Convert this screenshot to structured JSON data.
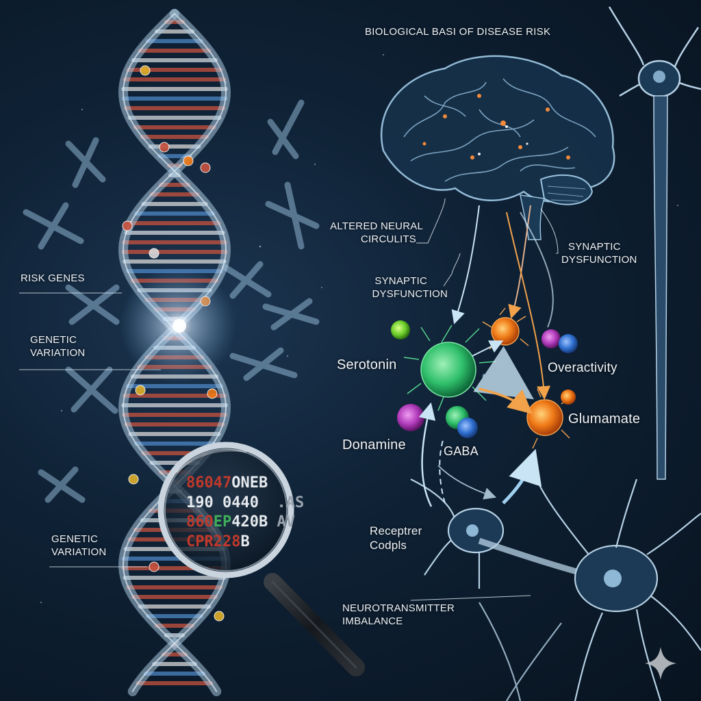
{
  "title": "BIOLOGICAL BASI OF DISEASE RISK",
  "labels": {
    "risk_genes": "RISK GENES",
    "genetic_variation_1": [
      "GENETIC",
      "VARIATION"
    ],
    "genetic_variation_2": [
      "GENETIC",
      "VARIATION"
    ],
    "altered_neural_circuits": [
      "ALTERED NEURAL",
      "CIRCULITS"
    ],
    "synaptic_dysfunction_left": [
      "SYNAPTIC",
      "DYSFUNCTION"
    ],
    "synaptic_dysfunction_right": [
      "SYNAPTIC",
      "DYSFUNCTION"
    ],
    "serotonin": "Serotonin",
    "overactivity": "Overactivity",
    "donamine": "Donamine",
    "gaba": "GABA",
    "glumamate": "Glumamate",
    "receptor": [
      "Receptrer",
      "Codpls"
    ],
    "neurotransmitter_imbalance": [
      "NEUROTRANSMITTER",
      "IMBALANCE"
    ]
  },
  "magnifier": {
    "rows": [
      [
        {
          "t": "86047",
          "c": "red"
        },
        {
          "t": "ONEB",
          "c": "white"
        }
      ],
      [
        {
          "t": "190 ",
          "c": "white"
        },
        {
          "t": "0440",
          "c": "white"
        },
        {
          "t": "  .AS",
          "c": "grey"
        }
      ],
      [
        {
          "t": "860",
          "c": "red"
        },
        {
          "t": "EP",
          "c": "green"
        },
        {
          "t": "420B",
          "c": "white"
        },
        {
          "t": " AV",
          "c": "grey"
        }
      ],
      [
        {
          "t": "CPR",
          "c": "red"
        },
        {
          "t": "228",
          "c": "red"
        },
        {
          "t": "B",
          "c": "white"
        }
      ]
    ]
  },
  "colors": {
    "dna_strand": "#a9c6dc",
    "neuron": "#b7d2e6",
    "serotonin_cell": "#2fbf6a",
    "glutamate_cell": "#f07a18",
    "dopamine_cell": "#b03ab9",
    "gaba_cell": "#2f6fd0",
    "signal_orange": "#f2a24a",
    "signal_blue": "#9fd0ef"
  }
}
